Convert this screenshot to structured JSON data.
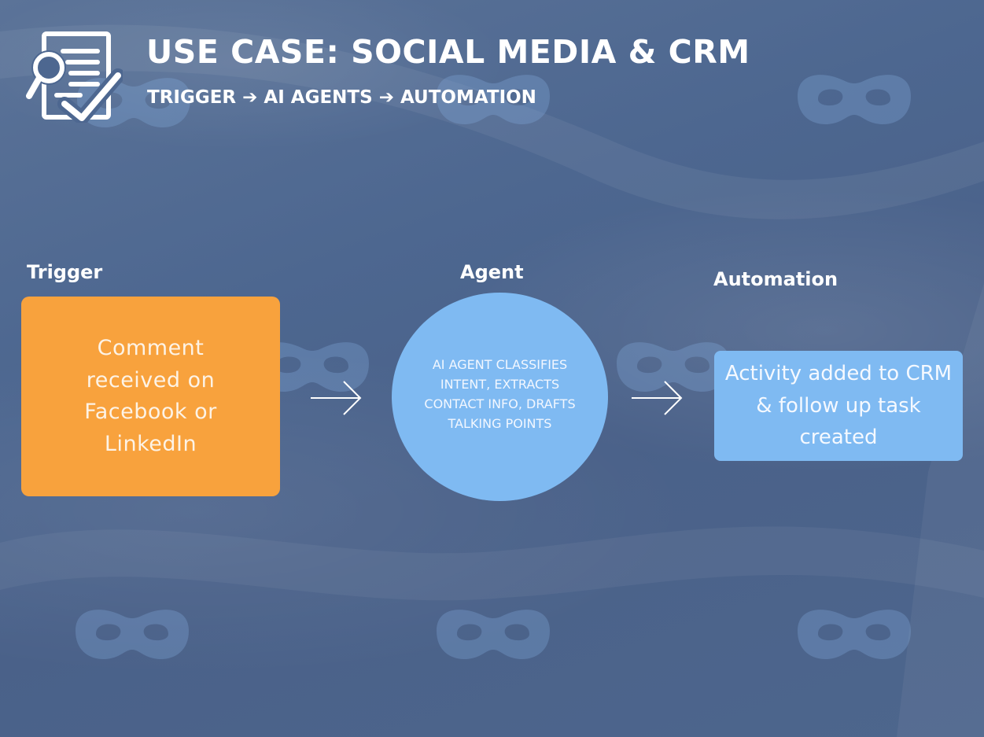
{
  "header": {
    "title": "USE CASE: SOCIAL MEDIA & CRM",
    "subtitle": "TRIGGER ➔ AI AGENTS ➔ AUTOMATION",
    "icon": "document-search-check-icon"
  },
  "columns": {
    "trigger": {
      "label": "Trigger",
      "text": "Comment received on Facebook or LinkedIn"
    },
    "agent": {
      "label": "Agent",
      "text": "AI AGENT CLASSIFIES INTENT, EXTRACTS CONTACT INFO, DRAFTS TALKING POINTS"
    },
    "automation": {
      "label": "Automation",
      "text": "Activity added to CRM & follow up task created"
    }
  },
  "decorations": {
    "background_icon": "mask-icon"
  },
  "colors": {
    "background": "#4d6790",
    "trigger_box": "#f8a23d",
    "agent_circle": "#7fbaf2",
    "automation_box": "#7fbaf2",
    "text": "#ffffff"
  }
}
